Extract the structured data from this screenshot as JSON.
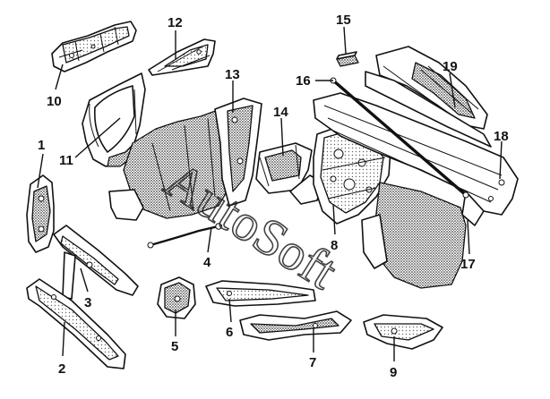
{
  "diagram": {
    "callouts": [
      {
        "id": "p1",
        "label": "1"
      },
      {
        "id": "p2",
        "label": "2"
      },
      {
        "id": "p3",
        "label": "3"
      },
      {
        "id": "p4",
        "label": "4"
      },
      {
        "id": "p5",
        "label": "5"
      },
      {
        "id": "p6",
        "label": "6"
      },
      {
        "id": "p7",
        "label": "7"
      },
      {
        "id": "p8",
        "label": "8"
      },
      {
        "id": "p9",
        "label": "9"
      },
      {
        "id": "p10",
        "label": "10"
      },
      {
        "id": "p11",
        "label": "11"
      },
      {
        "id": "p12",
        "label": "12"
      },
      {
        "id": "p13",
        "label": "13"
      },
      {
        "id": "p14",
        "label": "14"
      },
      {
        "id": "p15",
        "label": "15"
      },
      {
        "id": "p16",
        "label": "16"
      },
      {
        "id": "p17",
        "label": "17"
      },
      {
        "id": "p18",
        "label": "18"
      },
      {
        "id": "p19",
        "label": "19"
      }
    ],
    "watermark": "AutoSoft"
  }
}
